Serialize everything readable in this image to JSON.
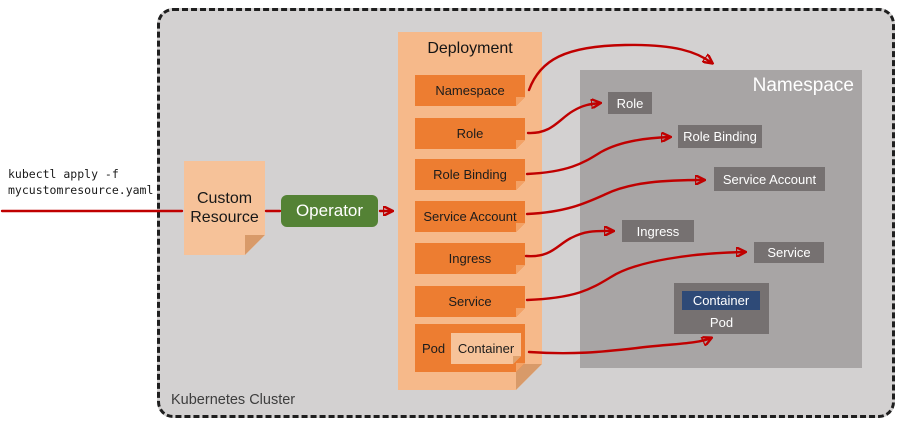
{
  "colors": {
    "cluster_bg": "#d3d1d1",
    "arrow_red": "#c00000",
    "deployment_panel": "#f6b98a",
    "orange_item": "#ed7d31",
    "peach_note": "#f6c299",
    "operator_green": "#548235",
    "namespace_panel": "#a8a5a5",
    "namespace_item": "#767171",
    "container_blue": "#2e4a77"
  },
  "cli": {
    "line1": "kubectl apply -f",
    "line2": "mycustomresource.yaml"
  },
  "cluster": {
    "label": "Kubernetes Cluster"
  },
  "custom_resource": {
    "label": "Custom Resource"
  },
  "operator": {
    "label": "Operator"
  },
  "deployment": {
    "title": "Deployment",
    "items": [
      "Namespace",
      "Role",
      "Role Binding",
      "Service Account",
      "Ingress",
      "Service"
    ],
    "pod": {
      "label": "Pod",
      "container_label": "Container"
    }
  },
  "namespace": {
    "title": "Namespace",
    "items": [
      "Role",
      "Role Binding",
      "Service Account",
      "Ingress",
      "Service"
    ],
    "pod": {
      "label": "Pod",
      "container_label": "Container"
    }
  }
}
